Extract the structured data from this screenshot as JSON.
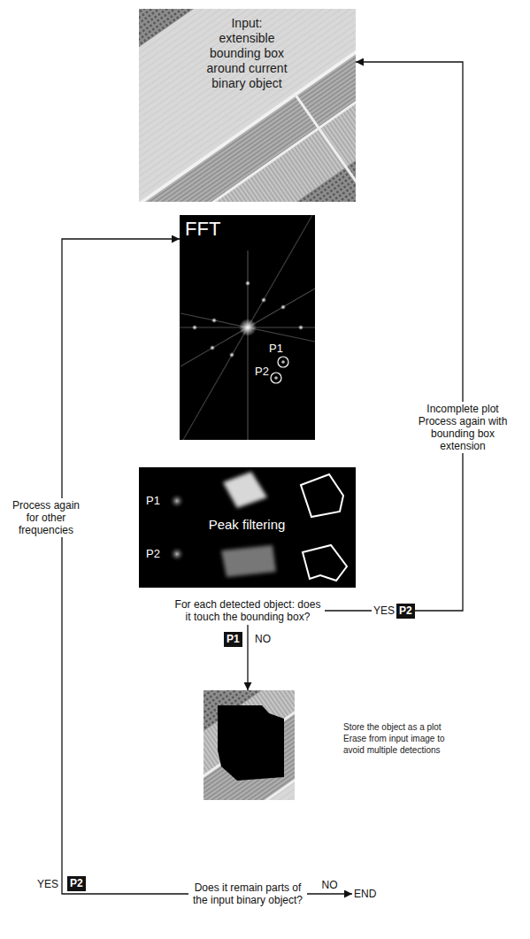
{
  "diagram": {
    "nodes": [
      {
        "text": [
          "Input: extensible bounding box around current binary object"
        ]
      },
      {
        "text": [
          "FFT",
          "P1",
          "P2"
        ]
      },
      {
        "text": [
          "P1",
          "Peak filtering",
          "P2"
        ]
      },
      {
        "text": [
          "For each detected object: does it touch the bounding box?"
        ]
      },
      {
        "text": [
          "Store the object as a plot Erase from input image to avoid multiple detections"
        ]
      },
      {
        "text": [
          "Does it remain parts of the input binary object?"
        ]
      },
      {
        "text": [
          "END"
        ]
      }
    ],
    "edges": [
      {
        "from": 3,
        "to": 0,
        "arrow": "to",
        "label": "Incomplete plot Process again with bounding box extension"
      },
      {
        "from": 3,
        "to": 4,
        "arrow": "to",
        "label": "NO"
      },
      {
        "from": 5,
        "to": 1,
        "arrow": "to",
        "label": "Process again for other frequencies"
      },
      {
        "from": 5,
        "to": 6,
        "arrow": "to",
        "label": "NO"
      }
    ],
    "labels": [
      "YES",
      "P2",
      "P1",
      "YES",
      "P2"
    ]
  }
}
